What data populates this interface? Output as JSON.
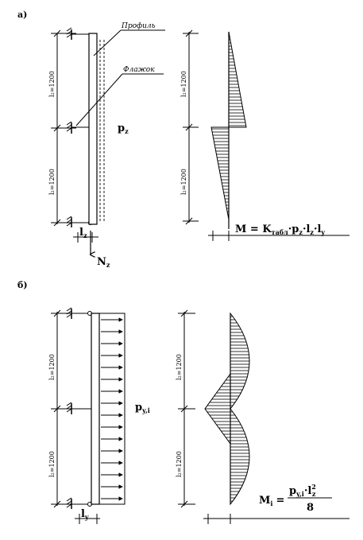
{
  "panel_a": {
    "label": "а)",
    "callout_profile": "Профиль",
    "callout_flag": "Флажок",
    "dim_upper": "l₂=1200",
    "dim_lower": "l₂=1200",
    "moment_dim_upper": "l₂=1200",
    "moment_dim_lower": "l₂=1200",
    "load_label_main": "p",
    "load_label_sub": "z",
    "axial_label_main": "N",
    "axial_label_sub": "z",
    "width_label_main": "l",
    "width_label_sub": "z",
    "formula": {
      "lhs": "M = K",
      "k_sub": "табл",
      "p": "·p",
      "p_sub": "z",
      "l1": "·l",
      "l1_sub": "z",
      "l2": "·l",
      "l2_sub": "y"
    }
  },
  "panel_b": {
    "label": "б)",
    "dim_upper": "l₂=1200",
    "dim_lower": "l₂=1200",
    "moment_dim_upper": "l₂=1200",
    "moment_dim_lower": "l₂=1200",
    "load_label_main": "p",
    "load_label_sub": "y,i",
    "width_label_main": "l",
    "width_label_sub": "y",
    "formula": {
      "lhs_main": "M",
      "lhs_sub": "i",
      "equals": "=",
      "num_p": "p",
      "num_p_sub": "y,i",
      "num_l": "·l",
      "num_l_sub": "z",
      "num_l_sup": "2",
      "denominator": "8"
    }
  }
}
